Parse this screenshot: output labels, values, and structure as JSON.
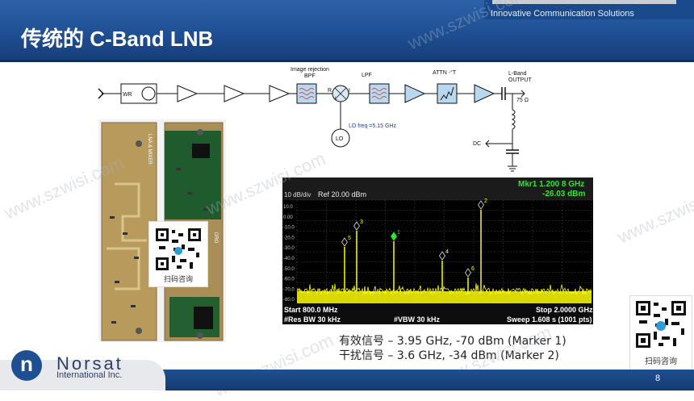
{
  "header": {
    "title": "传统的 C-Band LNB",
    "tagline": "Innovative Communication Solutions"
  },
  "diagram": {
    "wr_label": "WR",
    "bpf_label_line1": "Image rejection",
    "bpf_label_line2": "BPF",
    "mixer_r": "R",
    "mixer_i": "I",
    "mixer_l": "L",
    "lo_label": "LO",
    "lo_freq": "LO freq =5.15 GHz",
    "lpf_label": "LPF",
    "attn_label": "ATTN -°T",
    "lband_line1": "L-Band",
    "lband_line2": "OUTPUT",
    "ohm_label": "75 Ω",
    "dc_label": "DC"
  },
  "pcb": {
    "label1": "LNA & MIXER",
    "label2": "DRO"
  },
  "spectrum": {
    "marker_line1": "Mkr1 1.200 8 GHz",
    "marker_line2": "-26.03 dBm",
    "scale": "10 dB/div",
    "ref": "Ref 20.00 dBm",
    "y_ticks": [
      "10.0",
      "0.00",
      "-10.0",
      "-20.0",
      "-30.0",
      "-40.0",
      "-50.0",
      "-60.0",
      "-70.0",
      "-80.0"
    ],
    "start": "Start 800.0 MHz",
    "stop": "Stop 2.0000 GHz",
    "res_bw": "#Res BW 30 kHz",
    "vbw": "#VBW 30 kHz",
    "sweep": "Sweep  1.608 s (1001 pts)",
    "marker_labels": [
      "1",
      "2",
      "3",
      "4",
      "5",
      "6"
    ],
    "trace_color": "#ffff00",
    "marker_color": "#2ee62e"
  },
  "captions": {
    "line1": "有效信号 – 3.95 GHz, -70 dBm (Marker 1)",
    "line2": "干扰信号 – 3.6 GHz, -34 dBm (Marker 2)"
  },
  "qr": {
    "caption_center": "扫码咨询",
    "caption_right": "扫码咨询"
  },
  "watermarks": [
    "www.szwisi.com",
    "www.szwisi.com",
    "www.szwisi.com",
    "www.szwisi.com",
    "www.szwisi.com",
    "www.szwisi.com"
  ],
  "logo": {
    "mark": "n",
    "name": "Norsat",
    "sub": "International Inc."
  },
  "footer": {
    "page_number": "8"
  },
  "colors": {
    "header_blue": "#1f4f93",
    "amp_blue": "#b9d7ee",
    "trace_yellow": "#ffff00",
    "marker_green": "#2ee62e"
  }
}
